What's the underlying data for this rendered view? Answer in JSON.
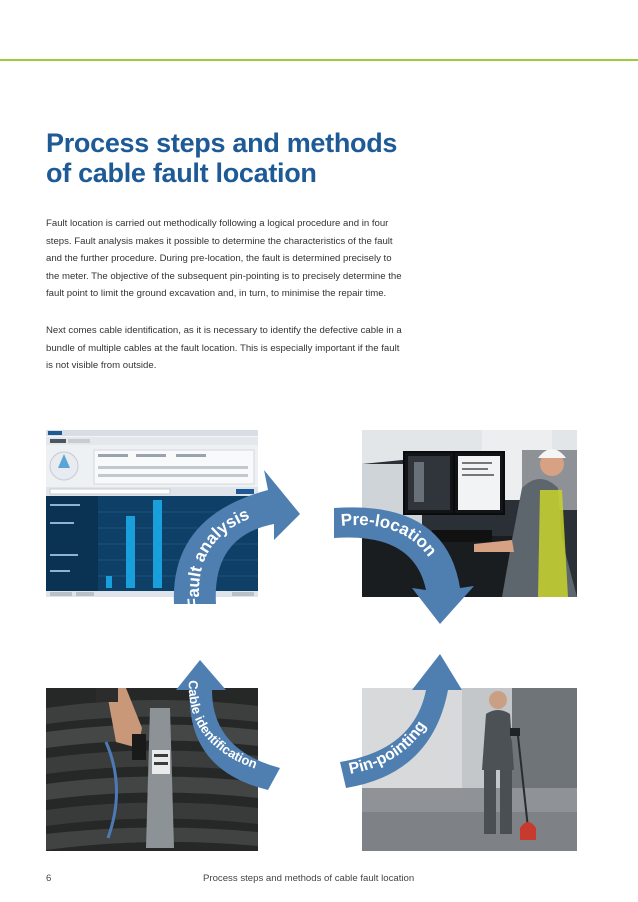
{
  "title_line1": "Process steps and methods",
  "title_line2": "of cable fault location",
  "paragraph1": "Fault location is carried out methodically following a logical procedure and in four steps. Fault analysis makes it possible to determine the characteristics of the fault and the further procedure. During pre-location, the fault is determined precisely to the meter. The objective of the subsequent pin-pointing is to precisely determine the fault point to limit the ground excavation and, in turn, to minimise the repair time.",
  "paragraph2": "Next comes cable identification, as it is necessary to identify the defective cable in a bundle of multiple cables at the fault location. This is especially important if the fault is not visible from outside.",
  "steps": {
    "fault_analysis": "Fault analysis",
    "pre_location": "Pre-location",
    "pin_pointing": "Pin-pointing",
    "cable_identification": "Cable identification"
  },
  "colors": {
    "title": "#1d5a96",
    "arrow": "#4f7fb1",
    "accent_line": "#9ccb3b"
  },
  "footer": {
    "page_number": "6",
    "running_title": "Process steps and methods of cable fault location"
  }
}
